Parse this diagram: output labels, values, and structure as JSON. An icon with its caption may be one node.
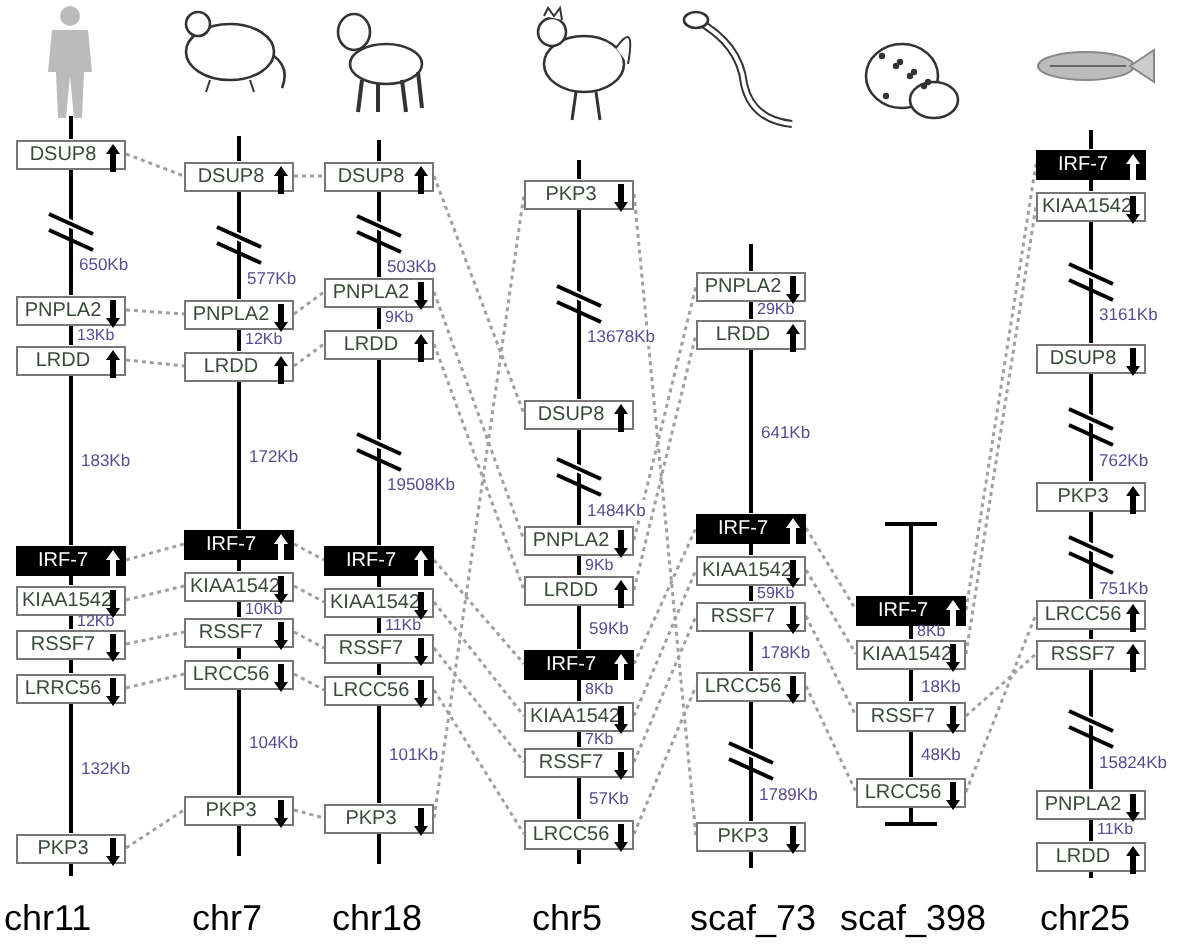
{
  "diagram": {
    "nodes": [
      {
        "text": [
          "DSUP8"
        ]
      },
      {
        "text": [
          "PNPLA2"
        ]
      },
      {
        "text": [
          "LRDD"
        ]
      },
      {
        "text": [
          "IRF-7"
        ]
      },
      {
        "text": [
          "KIAA1542"
        ]
      },
      {
        "text": [
          "RSSF7"
        ]
      },
      {
        "text": [
          "LRRC56"
        ]
      },
      {
        "text": [
          "PKP3"
        ]
      },
      {
        "text": [
          "DSUP8"
        ]
      },
      {
        "text": [
          "PNPLA2"
        ]
      },
      {
        "text": [
          "LRDD"
        ]
      },
      {
        "text": [
          "IRF-7"
        ]
      },
      {
        "text": [
          "KIAA1542"
        ]
      },
      {
        "text": [
          "RSSF7"
        ]
      },
      {
        "text": [
          "LRCC56"
        ]
      },
      {
        "text": [
          "PKP3"
        ]
      },
      {
        "text": [
          "DSUP8"
        ]
      },
      {
        "text": [
          "PNPLA2"
        ]
      },
      {
        "text": [
          "LRDD"
        ]
      },
      {
        "text": [
          "IRF-7"
        ]
      },
      {
        "text": [
          "KIAA1542"
        ]
      },
      {
        "text": [
          "RSSF7"
        ]
      },
      {
        "text": [
          "LRCC56"
        ]
      },
      {
        "text": [
          "PKP3"
        ]
      },
      {
        "text": [
          "PKP3"
        ]
      },
      {
        "text": [
          "DSUP8"
        ]
      },
      {
        "text": [
          "PNPLA2"
        ]
      },
      {
        "text": [
          "LRDD"
        ]
      },
      {
        "text": [
          "IRF-7"
        ]
      },
      {
        "text": [
          "KIAA1542"
        ]
      },
      {
        "text": [
          "RSSF7"
        ]
      },
      {
        "text": [
          "LRCC56"
        ]
      },
      {
        "text": [
          "PNPLA2"
        ]
      },
      {
        "text": [
          "LRDD"
        ]
      },
      {
        "text": [
          "IRF-7"
        ]
      },
      {
        "text": [
          "KIAA1542"
        ]
      },
      {
        "text": [
          "RSSF7"
        ]
      },
      {
        "text": [
          "LRCC56"
        ]
      },
      {
        "text": [
          "PKP3"
        ]
      },
      {
        "text": [
          "IRF-7"
        ]
      },
      {
        "text": [
          "KIAA1542"
        ]
      },
      {
        "text": [
          "RSSF7"
        ]
      },
      {
        "text": [
          "LRCC56"
        ]
      },
      {
        "text": [
          "IRF-7"
        ]
      },
      {
        "text": [
          "KIAA1542"
        ]
      },
      {
        "text": [
          "DSUP8"
        ]
      },
      {
        "text": [
          "PKP3"
        ]
      },
      {
        "text": [
          "LRCC56"
        ]
      },
      {
        "text": [
          "RSSF7"
        ]
      },
      {
        "text": [
          "PNPLA2"
        ]
      },
      {
        "text": [
          "LRDD"
        ]
      }
    ],
    "edges": [
      {
        "from": 0,
        "to": 1,
        "arrow": "none",
        "label": "650Kb"
      },
      {
        "from": 1,
        "to": 2,
        "arrow": "none",
        "label": "13Kb"
      },
      {
        "from": 2,
        "to": 3,
        "arrow": "none",
        "label": "183Kb"
      },
      {
        "from": 3,
        "to": 4,
        "arrow": "none"
      },
      {
        "from": 4,
        "to": 5,
        "arrow": "none",
        "label": "12Kb"
      },
      {
        "from": 5,
        "to": 6,
        "arrow": "none"
      },
      {
        "from": 6,
        "to": 7,
        "arrow": "none",
        "label": "132Kb"
      },
      {
        "from": 8,
        "to": 9,
        "arrow": "none",
        "label": "577Kb"
      },
      {
        "from": 9,
        "to": 10,
        "arrow": "none",
        "label": "12Kb"
      },
      {
        "from": 10,
        "to": 11,
        "arrow": "none",
        "label": "172Kb"
      },
      {
        "from": 11,
        "to": 12,
        "arrow": "none"
      },
      {
        "from": 12,
        "to": 13,
        "arrow": "none",
        "label": "10Kb"
      },
      {
        "from": 13,
        "to": 14,
        "arrow": "none"
      },
      {
        "from": 14,
        "to": 15,
        "arrow": "none",
        "label": "104Kb"
      },
      {
        "from": 16,
        "to": 17,
        "arrow": "none",
        "label": "503Kb"
      },
      {
        "from": 17,
        "to": 18,
        "arrow": "none",
        "label": "9Kb"
      },
      {
        "from": 18,
        "to": 19,
        "arrow": "none",
        "label": "19508Kb"
      },
      {
        "from": 19,
        "to": 20,
        "arrow": "none"
      },
      {
        "from": 20,
        "to": 21,
        "arrow": "none",
        "label": "11Kb"
      },
      {
        "from": 21,
        "to": 22,
        "arrow": "none"
      },
      {
        "from": 22,
        "to": 23,
        "arrow": "none",
        "label": "101Kb"
      },
      {
        "from": 24,
        "to": 25,
        "arrow": "none",
        "label": "13678Kb"
      },
      {
        "from": 25,
        "to": 26,
        "arrow": "none",
        "label": "1484Kb"
      },
      {
        "from": 26,
        "to": 27,
        "arrow": "none",
        "label": "9Kb"
      },
      {
        "from": 27,
        "to": 28,
        "arrow": "none",
        "label": "59Kb"
      },
      {
        "from": 28,
        "to": 29,
        "arrow": "none",
        "label": "8Kb"
      },
      {
        "from": 29,
        "to": 30,
        "arrow": "none",
        "label": "7Kb"
      },
      {
        "from": 30,
        "to": 31,
        "arrow": "none",
        "label": "57Kb"
      },
      {
        "from": 32,
        "to": 33,
        "arrow": "none",
        "label": "29Kb"
      },
      {
        "from": 33,
        "to": 34,
        "arrow": "none",
        "label": "641Kb"
      },
      {
        "from": 34,
        "to": 35,
        "arrow": "none"
      },
      {
        "from": 35,
        "to": 36,
        "arrow": "none",
        "label": "59Kb"
      },
      {
        "from": 36,
        "to": 37,
        "arrow": "none",
        "label": "178Kb"
      },
      {
        "from": 37,
        "to": 38,
        "arrow": "none",
        "label": "1789Kb"
      },
      {
        "from": 39,
        "to": 40,
        "arrow": "none",
        "label": "8Kb"
      },
      {
        "from": 40,
        "to": 41,
        "arrow": "none",
        "label": "18Kb"
      },
      {
        "from": 41,
        "to": 42,
        "arrow": "none",
        "label": "48Kb"
      },
      {
        "from": 43,
        "to": 44,
        "arrow": "none"
      },
      {
        "from": 44,
        "to": 45,
        "arrow": "none",
        "label": "3161Kb"
      },
      {
        "from": 45,
        "to": 46,
        "arrow": "none",
        "label": "762Kb"
      },
      {
        "from": 46,
        "to": 47,
        "arrow": "none",
        "label": "751Kb"
      },
      {
        "from": 47,
        "to": 48,
        "arrow": "none"
      },
      {
        "from": 48,
        "to": 49,
        "arrow": "none",
        "label": "15824Kb"
      },
      {
        "from": 49,
        "to": 50,
        "arrow": "none",
        "label": "11Kb"
      },
      {
        "from": 0,
        "to": 8,
        "arrow": "none",
        "style": "dashed",
        "color": "#a0a0a0"
      },
      {
        "from": 1,
        "to": 9,
        "arrow": "none",
        "style": "dashed",
        "color": "#a0a0a0"
      },
      {
        "from": 2,
        "to": 10,
        "arrow": "none",
        "style": "dashed",
        "color": "#a0a0a0"
      },
      {
        "from": 3,
        "to": 11,
        "arrow": "none",
        "style": "dashed",
        "color": "#a0a0a0"
      },
      {
        "from": 4,
        "to": 12,
        "arrow": "none",
        "style": "dashed",
        "color": "#a0a0a0"
      },
      {
        "from": 5,
        "to": 13,
        "arrow": "none",
        "style": "dashed",
        "color": "#a0a0a0"
      },
      {
        "from": 6,
        "to": 14,
        "arrow": "none",
        "style": "dashed",
        "color": "#a0a0a0"
      },
      {
        "from": 7,
        "to": 15,
        "arrow": "none",
        "style": "dashed",
        "color": "#a0a0a0"
      },
      {
        "from": 8,
        "to": 16,
        "arrow": "none",
        "style": "dashed",
        "color": "#a0a0a0"
      },
      {
        "from": 9,
        "to": 17,
        "arrow": "none",
        "style": "dashed",
        "color": "#a0a0a0"
      },
      {
        "from": 10,
        "to": 18,
        "arrow": "none",
        "style": "dashed",
        "color": "#a0a0a0"
      },
      {
        "from": 11,
        "to": 19,
        "arrow": "none",
        "style": "dashed",
        "color": "#a0a0a0"
      },
      {
        "from": 12,
        "to": 20,
        "arrow": "none",
        "style": "dashed",
        "color": "#a0a0a0"
      },
      {
        "from": 13,
        "to": 21,
        "arrow": "none",
        "style": "dashed",
        "color": "#a0a0a0"
      },
      {
        "from": 14,
        "to": 22,
        "arrow": "none",
        "style": "dashed",
        "color": "#a0a0a0"
      },
      {
        "from": 15,
        "to": 23,
        "arrow": "none",
        "style": "dashed",
        "color": "#a0a0a0"
      },
      {
        "from": 16,
        "to": 25,
        "arrow": "none",
        "style": "dashed",
        "color": "#a0a0a0"
      },
      {
        "from": 17,
        "to": 26,
        "arrow": "none",
        "style": "dashed",
        "color": "#a0a0a0"
      },
      {
        "from": 18,
        "to": 27,
        "arrow": "none",
        "style": "dashed",
        "color": "#a0a0a0"
      },
      {
        "from": 19,
        "to": 28,
        "arrow": "none",
        "style": "dashed",
        "color": "#a0a0a0"
      },
      {
        "from": 20,
        "to": 29,
        "arrow": "none",
        "style": "dashed",
        "color": "#a0a0a0"
      },
      {
        "from": 21,
        "to": 30,
        "arrow": "none",
        "style": "dashed",
        "color": "#a0a0a0"
      },
      {
        "from": 22,
        "to": 31,
        "arrow": "none",
        "style": "dashed",
        "color": "#a0a0a0"
      },
      {
        "from": 23,
        "to": 24,
        "arrow": "none",
        "style": "dashed",
        "color": "#a0a0a0"
      },
      {
        "from": 26,
        "to": 32,
        "arrow": "none",
        "style": "dashed",
        "color": "#a0a0a0"
      },
      {
        "from": 27,
        "to": 33,
        "arrow": "none",
        "style": "dashed",
        "color": "#a0a0a0"
      },
      {
        "from": 28,
        "to": 34,
        "arrow": "none",
        "style": "dashed",
        "color": "#a0a0a0"
      },
      {
        "from": 29,
        "to": 35,
        "arrow": "none",
        "style": "dashed",
        "color": "#a0a0a0"
      },
      {
        "from": 30,
        "to": 36,
        "arrow": "none",
        "style": "dashed",
        "color": "#a0a0a0"
      },
      {
        "from": 31,
        "to": 37,
        "arrow": "none",
        "style": "dashed",
        "color": "#a0a0a0"
      },
      {
        "from": 24,
        "to": 38,
        "arrow": "none",
        "style": "dashed",
        "color": "#a0a0a0"
      },
      {
        "from": 34,
        "to": 39,
        "arrow": "none",
        "style": "dashed",
        "color": "#a0a0a0"
      },
      {
        "from": 35,
        "to": 40,
        "arrow": "none",
        "style": "dashed",
        "color": "#a0a0a0"
      },
      {
        "from": 36,
        "to": 41,
        "arrow": "none",
        "style": "dashed",
        "color": "#a0a0a0"
      },
      {
        "from": 37,
        "to": 42,
        "arrow": "none",
        "style": "dashed",
        "color": "#a0a0a0"
      },
      {
        "from": 39,
        "to": 43,
        "arrow": "none",
        "style": "dashed",
        "color": "#a0a0a0"
      },
      {
        "from": 40,
        "to": 44,
        "arrow": "none",
        "style": "dashed",
        "color": "#a0a0a0"
      },
      {
        "from": 41,
        "to": 48,
        "arrow": "none",
        "style": "dashed",
        "color": "#a0a0a0"
      },
      {
        "from": 42,
        "to": 47,
        "arrow": "none",
        "style": "dashed",
        "color": "#a0a0a0"
      }
    ],
    "labels": [
      "chr11",
      "chr7",
      "chr18",
      "chr5",
      "scaf_73",
      "scaf_398",
      "chr25"
    ]
  }
}
